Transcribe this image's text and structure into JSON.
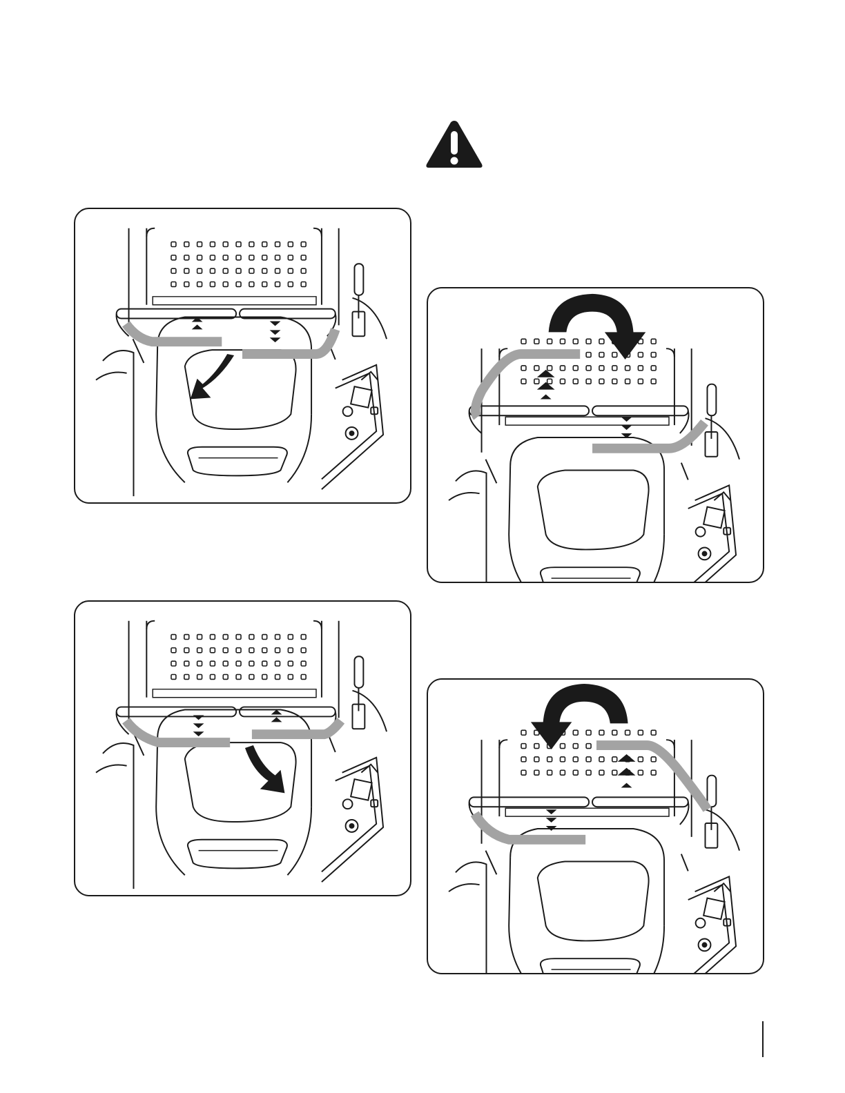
{
  "page": {
    "warning_icon": "warning-triangle-icon",
    "figures": [
      {
        "id": "fig-tl",
        "icon": "rotate-down-left-arrow-icon",
        "highlight_color": "#a3a3a3"
      },
      {
        "id": "fig-bl",
        "icon": "rotate-down-right-arrow-icon",
        "highlight_color": "#a3a3a3"
      },
      {
        "id": "fig-tr",
        "icon": "rotate-clockwise-arrow-icon",
        "highlight_color": "#a3a3a3"
      },
      {
        "id": "fig-br",
        "icon": "rotate-counterclockwise-arrow-icon",
        "highlight_color": "#a3a3a3"
      }
    ],
    "colors": {
      "line": "#1a1a1a",
      "bar": "#a3a3a3",
      "paper": "#ffffff"
    }
  }
}
